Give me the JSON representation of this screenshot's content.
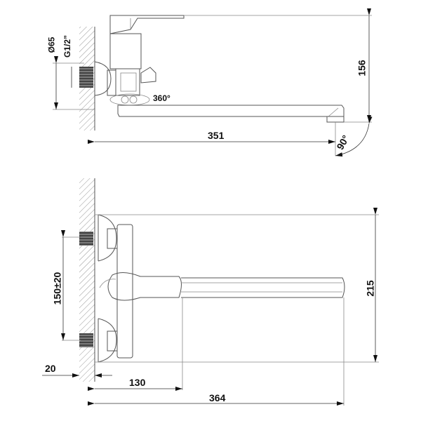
{
  "drawing": {
    "subject": "Wall-mounted bath/shower mixer with long swivel spout",
    "top_view": {
      "dimensions": {
        "flange_diameter": "Ø65",
        "thread": "G1/2”",
        "swivel": "360°",
        "spout_reach": "351",
        "height": "156",
        "outlet_angle": "90°"
      }
    },
    "front_view": {
      "dimensions": {
        "inlet_spacing": "150±20",
        "wall_offset": "20",
        "body_depth": "130",
        "total_reach": "364",
        "total_height": "215"
      }
    }
  }
}
